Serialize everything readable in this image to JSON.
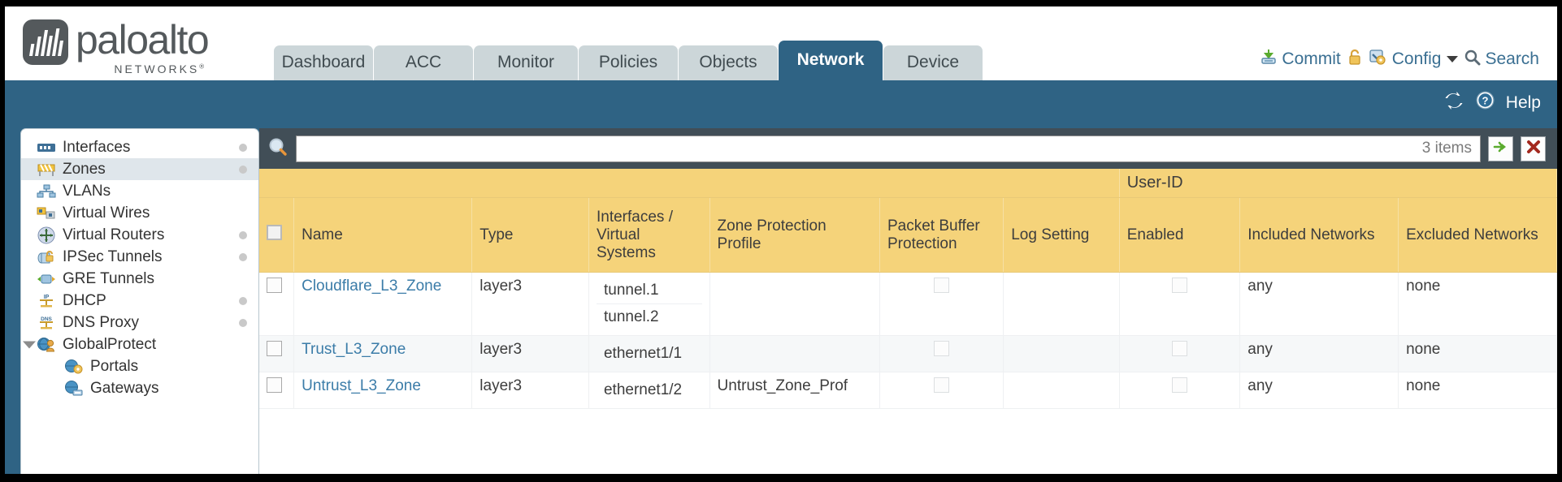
{
  "brand": {
    "name": "paloalto",
    "sub": "NETWORKS",
    "sub_mark": "®"
  },
  "nav": {
    "tabs": [
      {
        "label": "Dashboard",
        "active": false,
        "width": 122
      },
      {
        "label": "ACC",
        "active": false,
        "width": 122
      },
      {
        "label": "Monitor",
        "active": false,
        "width": 128
      },
      {
        "label": "Policies",
        "active": false,
        "width": 122
      },
      {
        "label": "Objects",
        "active": false,
        "width": 122
      },
      {
        "label": "Network",
        "active": true,
        "width": 128
      },
      {
        "label": "Device",
        "active": false,
        "width": 122
      }
    ]
  },
  "toolbar": {
    "commit_label": "Commit",
    "commit_icon": "commit-download-icon",
    "lock_icon": "padlock-icon",
    "config_label": "Config",
    "config_icon": "config-wrench-icon",
    "config_caret": "chevron-down-icon",
    "search_label": "Search",
    "search_icon": "magnifier-icon"
  },
  "band": {
    "refresh_icon": "refresh-icon",
    "help_label": "Help",
    "help_icon": "help-question-icon"
  },
  "sidebar": {
    "items": [
      {
        "label": "Interfaces",
        "icon": "interfaces-icon",
        "dot": true,
        "selected": false,
        "child": false,
        "expander": false
      },
      {
        "label": "Zones",
        "icon": "zones-icon",
        "dot": true,
        "selected": true,
        "child": false,
        "expander": false
      },
      {
        "label": "VLANs",
        "icon": "vlans-icon",
        "dot": false,
        "selected": false,
        "child": false,
        "expander": false
      },
      {
        "label": "Virtual Wires",
        "icon": "virtual-wires-icon",
        "dot": false,
        "selected": false,
        "child": false,
        "expander": false
      },
      {
        "label": "Virtual Routers",
        "icon": "virtual-routers-icon",
        "dot": true,
        "selected": false,
        "child": false,
        "expander": false
      },
      {
        "label": "IPSec Tunnels",
        "icon": "ipsec-tunnels-icon",
        "dot": true,
        "selected": false,
        "child": false,
        "expander": false
      },
      {
        "label": "GRE Tunnels",
        "icon": "gre-tunnels-icon",
        "dot": false,
        "selected": false,
        "child": false,
        "expander": false
      },
      {
        "label": "DHCP",
        "icon": "dhcp-icon",
        "dot": true,
        "selected": false,
        "child": false,
        "expander": false
      },
      {
        "label": "DNS Proxy",
        "icon": "dns-proxy-icon",
        "dot": true,
        "selected": false,
        "child": false,
        "expander": false
      },
      {
        "label": "GlobalProtect",
        "icon": "globalprotect-icon",
        "dot": false,
        "selected": false,
        "child": false,
        "expander": true
      },
      {
        "label": "Portals",
        "icon": "portals-icon",
        "dot": false,
        "selected": false,
        "child": true,
        "expander": false
      },
      {
        "label": "Gateways",
        "icon": "gateways-icon",
        "dot": false,
        "selected": false,
        "child": true,
        "expander": false
      }
    ]
  },
  "search": {
    "icon": "magnifier-icon",
    "value": "",
    "placeholder": "",
    "item_count": "3 items",
    "apply_icon": "green-arrow-icon",
    "clear_icon": "red-x-icon"
  },
  "table": {
    "group_header": "User-ID",
    "columns": [
      "Name",
      "Type",
      "Interfaces / Virtual Systems",
      "Zone Protection Profile",
      "Packet Buffer Protection",
      "Log Setting",
      "Enabled",
      "Included Networks",
      "Excluded Networks"
    ],
    "rows": [
      {
        "selected": false,
        "name": "Cloudflare_L3_Zone",
        "type": "layer3",
        "interfaces": [
          "tunnel.1",
          "tunnel.2"
        ],
        "zone_protection_profile": "",
        "packet_buffer_protection": false,
        "log_setting": "",
        "userid_enabled": false,
        "included_networks": "any",
        "excluded_networks": "none"
      },
      {
        "selected": false,
        "name": "Trust_L3_Zone",
        "type": "layer3",
        "interfaces": [
          "ethernet1/1"
        ],
        "zone_protection_profile": "",
        "packet_buffer_protection": false,
        "log_setting": "",
        "userid_enabled": false,
        "included_networks": "any",
        "excluded_networks": "none"
      },
      {
        "selected": false,
        "name": "Untrust_L3_Zone",
        "type": "layer3",
        "interfaces": [
          "ethernet1/2"
        ],
        "zone_protection_profile": "Untrust_Zone_Prof",
        "packet_buffer_protection": false,
        "log_setting": "",
        "userid_enabled": false,
        "included_networks": "any",
        "excluded_networks": "none"
      }
    ]
  },
  "colors": {
    "brand_blue": "#2f6384",
    "header_gold": "#f5d37a",
    "group_gold": "#e0ad3f",
    "link_blue": "#3b7ca8",
    "dark_slate": "#414e57"
  }
}
